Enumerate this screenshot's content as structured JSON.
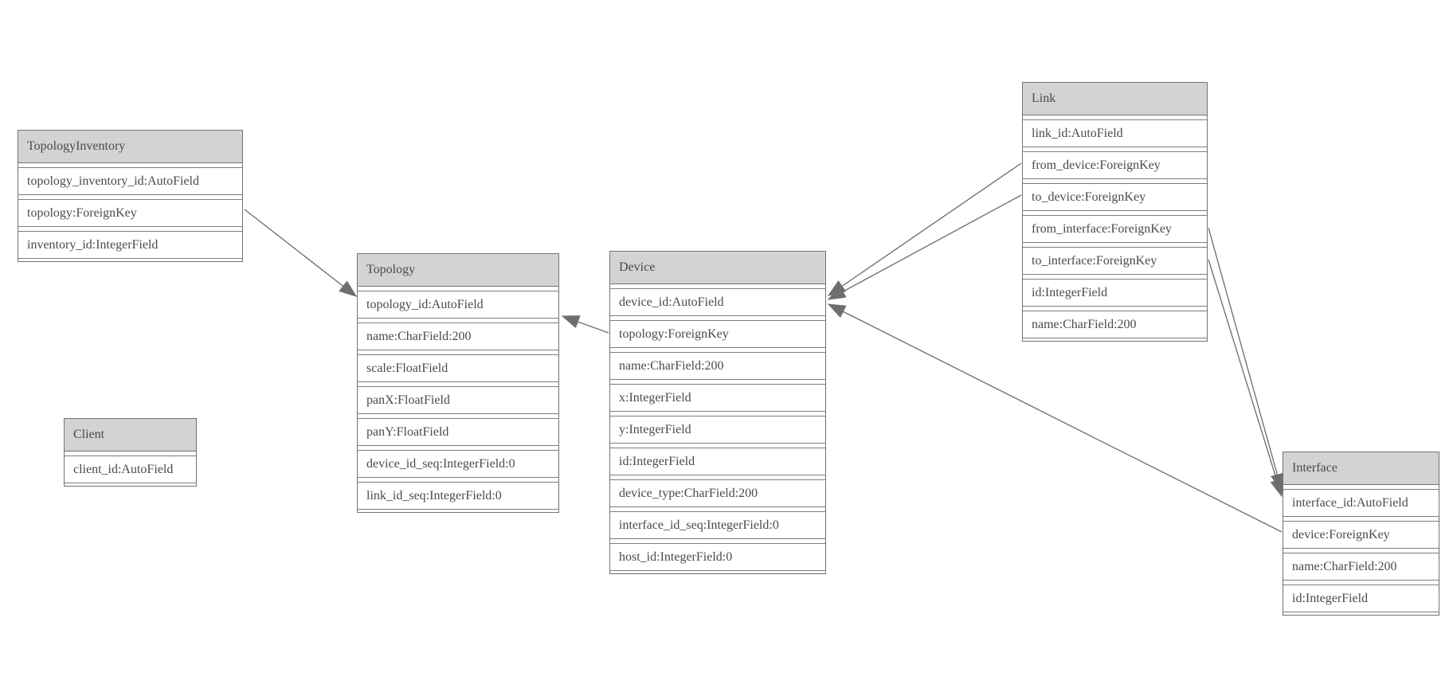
{
  "diagram": {
    "type": "entity-relationship-model-graph",
    "background_color": "#ffffff",
    "colors": {
      "header_fill": "#d3d3d3",
      "border": "#737373",
      "text": "#4a4a4a",
      "edge": "#6b6b6b",
      "arrowhead": "#6e6e6e"
    },
    "entities": [
      {
        "name": "TopologyInventory",
        "fields": [
          "topology_inventory_id:AutoField",
          "topology:ForeignKey",
          "inventory_id:IntegerField"
        ]
      },
      {
        "name": "Topology",
        "fields": [
          "topology_id:AutoField",
          "name:CharField:200",
          "scale:FloatField",
          "panX:FloatField",
          "panY:FloatField",
          "device_id_seq:IntegerField:0",
          "link_id_seq:IntegerField:0"
        ]
      },
      {
        "name": "Client",
        "fields": [
          "client_id:AutoField"
        ]
      },
      {
        "name": "Device",
        "fields": [
          "device_id:AutoField",
          "topology:ForeignKey",
          "name:CharField:200",
          "x:IntegerField",
          "y:IntegerField",
          "id:IntegerField",
          "device_type:CharField:200",
          "interface_id_seq:IntegerField:0",
          "host_id:IntegerField:0"
        ]
      },
      {
        "name": "Link",
        "fields": [
          "link_id:AutoField",
          "from_device:ForeignKey",
          "to_device:ForeignKey",
          "from_interface:ForeignKey",
          "to_interface:ForeignKey",
          "id:IntegerField",
          "name:CharField:200"
        ]
      },
      {
        "name": "Interface",
        "fields": [
          "interface_id:AutoField",
          "device:ForeignKey",
          "name:CharField:200",
          "id:IntegerField"
        ]
      }
    ],
    "relationships": [
      {
        "from": "TopologyInventory.topology",
        "to": "Topology.topology_id"
      },
      {
        "from": "Device.topology",
        "to": "Topology.topology_id"
      },
      {
        "from": "Link.from_device",
        "to": "Device.device_id"
      },
      {
        "from": "Link.to_device",
        "to": "Device.device_id"
      },
      {
        "from": "Link.from_interface",
        "to": "Interface.interface_id"
      },
      {
        "from": "Link.to_interface",
        "to": "Interface.interface_id"
      },
      {
        "from": "Interface.device",
        "to": "Device.device_id"
      }
    ]
  }
}
